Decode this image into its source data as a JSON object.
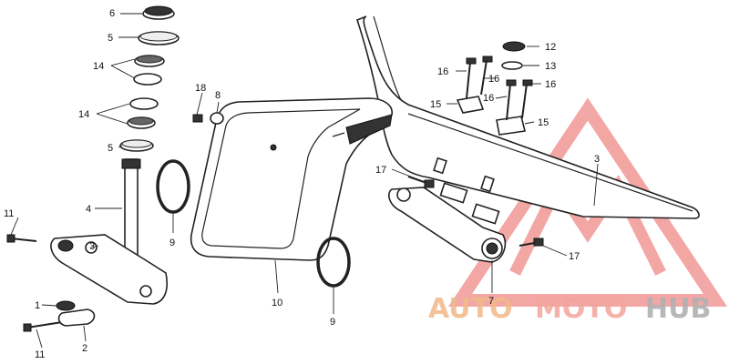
{
  "diagram": {
    "callouts": {
      "c1": "1",
      "c2": "2",
      "c3_clamp": "3",
      "c3_bar": "3",
      "c4": "4",
      "c5_top": "5",
      "c5_bottom": "5",
      "c6": "6",
      "c7": "7",
      "c8": "8",
      "c9_left": "9",
      "c9_right": "9",
      "c10": "10",
      "c11_top": "11",
      "c11_bottom": "11",
      "c12": "12",
      "c13": "13",
      "c14_top": "14",
      "c14_bottom": "14",
      "c15_left": "15",
      "c15_right": "15",
      "c16_a": "16",
      "c16_b": "16",
      "c16_c": "16",
      "c16_d": "16",
      "c17_left": "17",
      "c17_right": "17",
      "c18": "18"
    }
  },
  "watermark": {
    "part_a": "AUTO",
    "part_b": "MOTO",
    "part_c": "HUB",
    "color_a": "#f0b98a",
    "color_b": "#f2a49b",
    "color_c": "#b0b0b0",
    "triangle_color": "#e8605d"
  }
}
